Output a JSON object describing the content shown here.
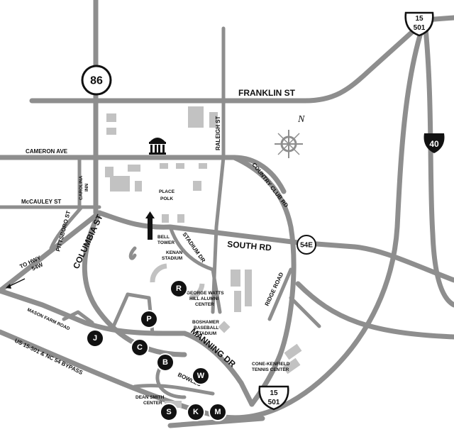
{
  "map": {
    "roads": {
      "franklin": "FRANKLIN ST",
      "cameron": "CAMERON AVE",
      "mccauley": "McCAULEY ST",
      "columbia": "COLUMBIA ST",
      "pittsboro": "PITTSBORO ST",
      "raleigh": "RALEIGH ST",
      "country_club": "COUNTRY CLUB RD",
      "south": "SOUTH RD",
      "stadium": "STADIUM DR",
      "ridge": "RIDGE ROAD",
      "manning": "MANNING DR",
      "bowles": "BOWLES",
      "mason_farm": "MASON FARM ROAD",
      "bypass": "US 15-501 & NC 54 BYPASS",
      "to_hwy": [
        "TO HWY",
        "54W"
      ]
    },
    "places": {
      "carolina_inn": [
        "CAROLINA",
        "INN"
      ],
      "polk_place": [
        "POLK",
        "PLACE"
      ],
      "bell_tower": [
        "BELL",
        "TOWER"
      ],
      "kenan_stadium": [
        "KENAN",
        "STADIUM"
      ],
      "george_watts_hill": [
        "GEORGE WATTS",
        "HILL ALUMNI",
        "CENTER"
      ],
      "boshamer": [
        "BOSHAMER",
        "BASEBALL",
        "STADIUM"
      ],
      "dean_smith": [
        "DEAN SMITH",
        "CENTER"
      ],
      "cone_kenfield": [
        "CONE-KENFIELD",
        "TENNIS CENTER"
      ]
    },
    "shields": {
      "nc86": "86",
      "us15_top": [
        "15",
        "501"
      ],
      "i40": "40",
      "nc54e": "54E",
      "us15_bottom": [
        "15",
        "501"
      ]
    },
    "compass": "N",
    "parking_markers": [
      "R",
      "P",
      "J",
      "C",
      "B",
      "W",
      "S",
      "K",
      "M"
    ]
  }
}
